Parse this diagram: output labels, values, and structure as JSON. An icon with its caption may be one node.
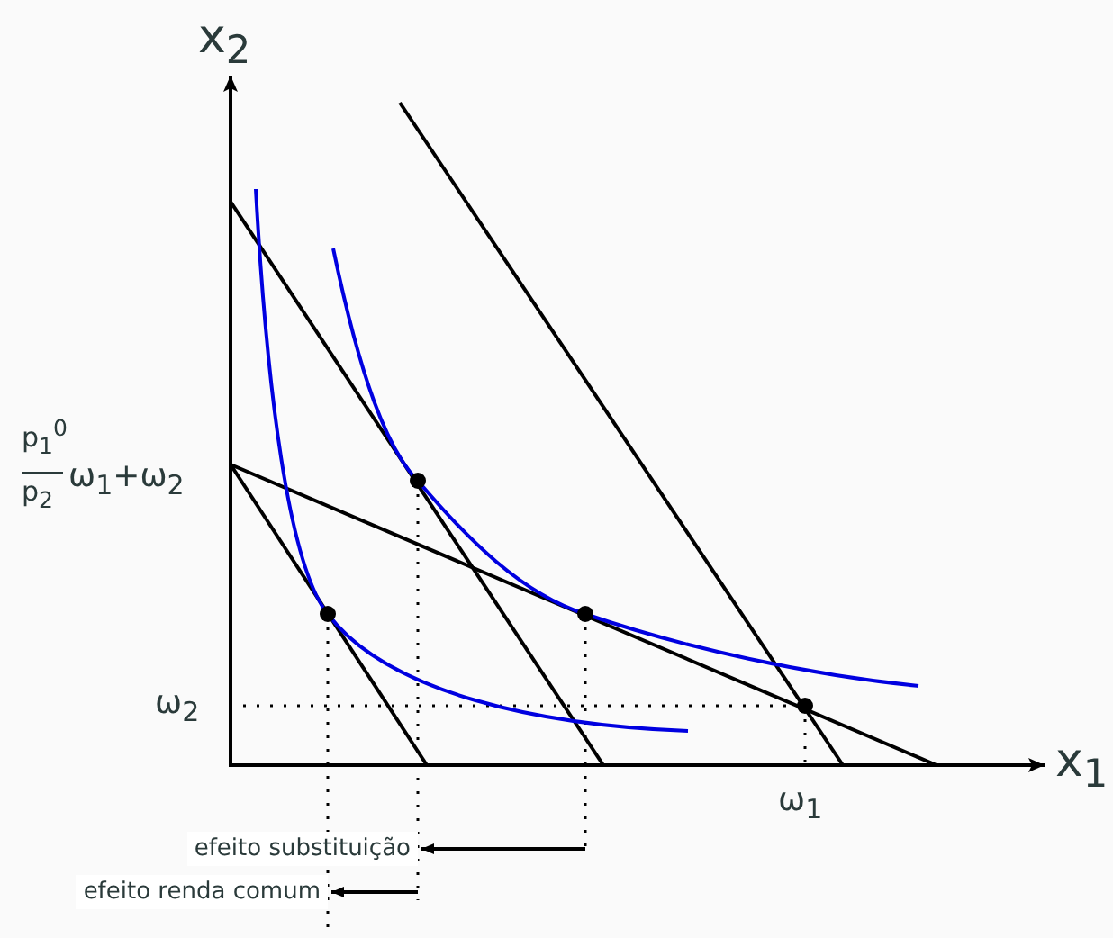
{
  "diagram": {
    "nodes": [
      {
        "text": [
          "efeito substituição"
        ]
      },
      {
        "text": [
          "efeito renda comum"
        ]
      }
    ],
    "edges": [
      {
        "from": null,
        "to": 0,
        "arrow": "to"
      },
      {
        "from": null,
        "to": 1,
        "arrow": "to"
      }
    ],
    "labels": [
      "x$_{2}$",
      "p$_{1}$$^{0}$",
      "p$_{2}$",
      "ω$_{1}$+ω$_{2}$",
      "ω$_{2}$",
      "x$_{1}$",
      "ω$_{1}$"
    ]
  }
}
